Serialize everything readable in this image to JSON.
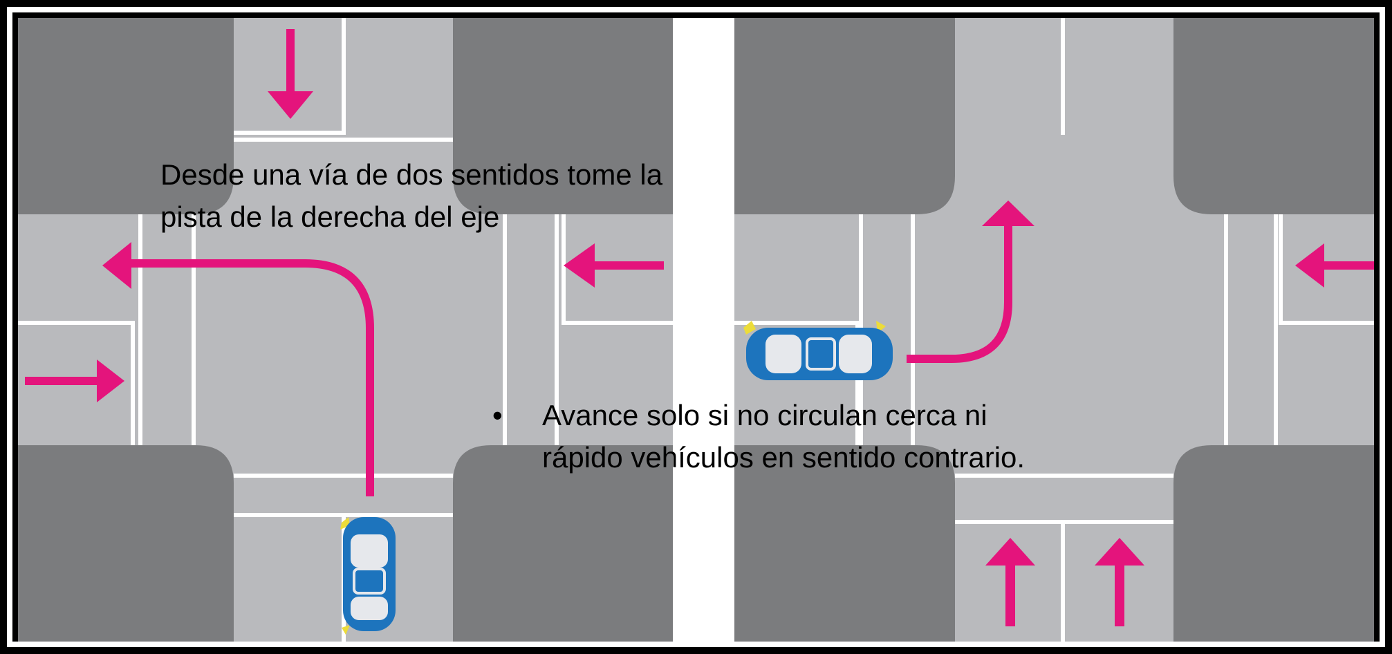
{
  "captions": {
    "top_line1": "Desde una vía de dos sentidos tome la",
    "top_line2": "pista de la derecha del eje",
    "bullet_symbol": "•",
    "bullet_line1": "Avance solo si no circulan cerca ni",
    "bullet_line2": "rápido vehículos en sentido contrario."
  },
  "colors": {
    "road": "#b9babd",
    "block": "#7b7c7e",
    "lane_line": "#ffffff",
    "arrow": "#e4147c",
    "car_body": "#1d74bd",
    "indicator": "#ecdc3a",
    "frame": "#000000"
  },
  "icons": {
    "car": "car-top-view",
    "arrow": "direction-arrow"
  }
}
